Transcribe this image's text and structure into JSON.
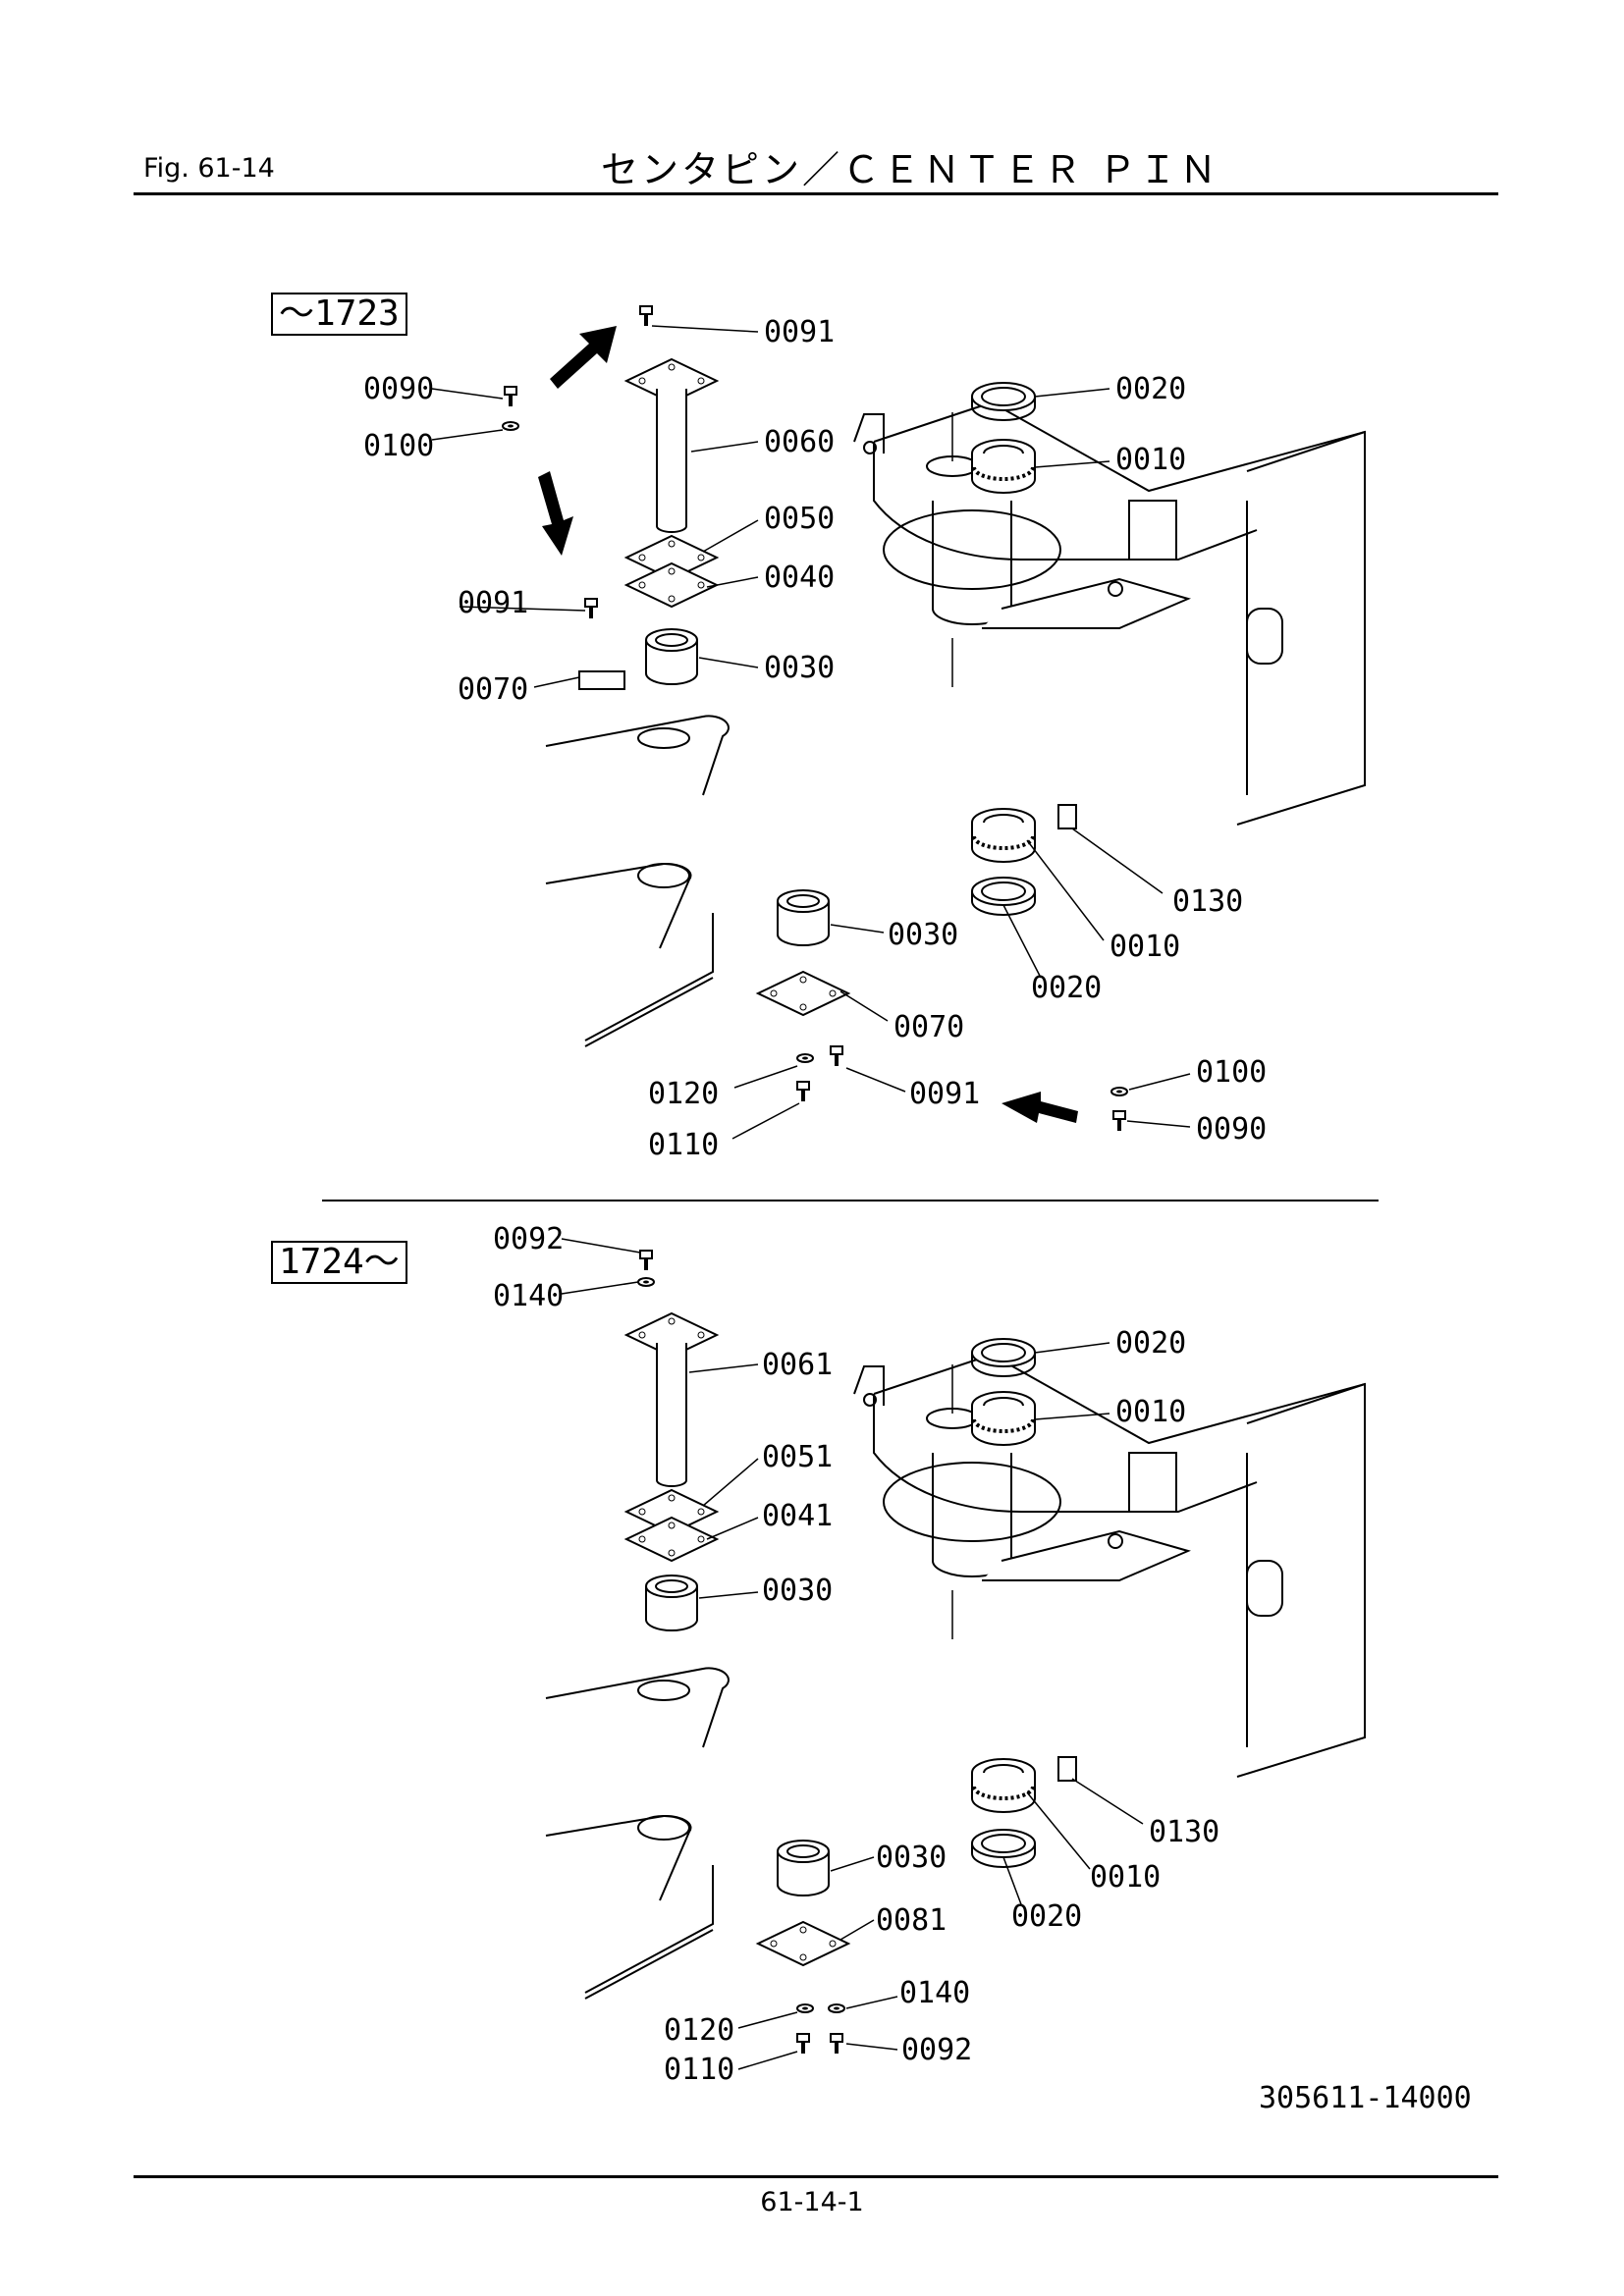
{
  "header": {
    "fig_number": "Fig.  61-14",
    "title": "センタピン／ＣＥＮＴＥＲ ＰＩＮ"
  },
  "sections": [
    {
      "serial_label": "～1723",
      "callouts": [
        "0091",
        "0090",
        "0100",
        "0060",
        "0050",
        "0040",
        "0091",
        "0030",
        "0070",
        "0020",
        "0010",
        "0130",
        "0010",
        "0020",
        "0030",
        "0070",
        "0120",
        "0091",
        "0110",
        "0100",
        "0090"
      ]
    },
    {
      "serial_label": "1724～",
      "callouts": [
        "0092",
        "0140",
        "0061",
        "0051",
        "0041",
        "0030",
        "0020",
        "0010",
        "0130",
        "0010",
        "0020",
        "0030",
        "0081",
        "0140",
        "0120",
        "0092",
        "0110"
      ]
    }
  ],
  "drawing_id": "305611-14000",
  "footer": {
    "page_number": "61-14-1"
  }
}
